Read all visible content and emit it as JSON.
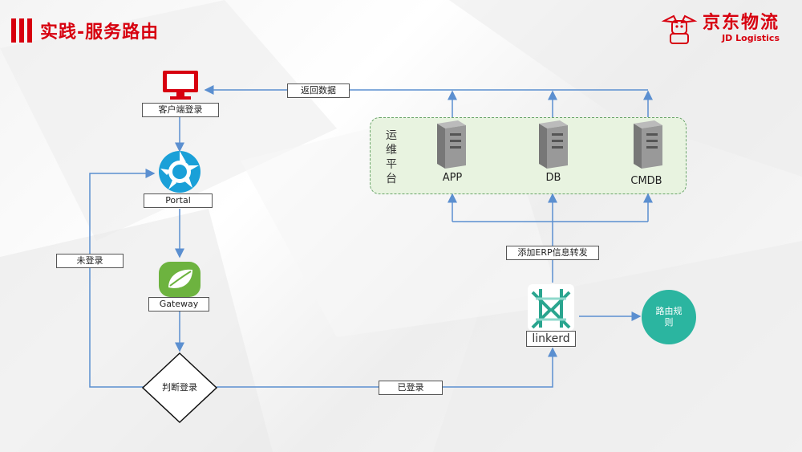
{
  "header": {
    "title": "实践-服务路由"
  },
  "logo": {
    "cn": "京东物流",
    "en": "JD Logistics"
  },
  "diagram": {
    "client_label": "客户端登录",
    "portal_label": "Portal",
    "gateway_label": "Gateway",
    "decision_label": "判断登录",
    "not_logged_in": "未登录",
    "logged_in": "已登录",
    "return_data": "返回数据",
    "forward_label": "添加ERP信息转发",
    "linkerd_label": "linkerd",
    "route_rules": "路由规则",
    "ops_platform": "运维平台",
    "servers": [
      "APP",
      "DB",
      "CMDB"
    ]
  },
  "colors": {
    "brand_red": "#d7000f",
    "line_blue": "#5b8fd0",
    "ops_green": "#e8f3e0",
    "route_teal": "#2bb5a0"
  }
}
